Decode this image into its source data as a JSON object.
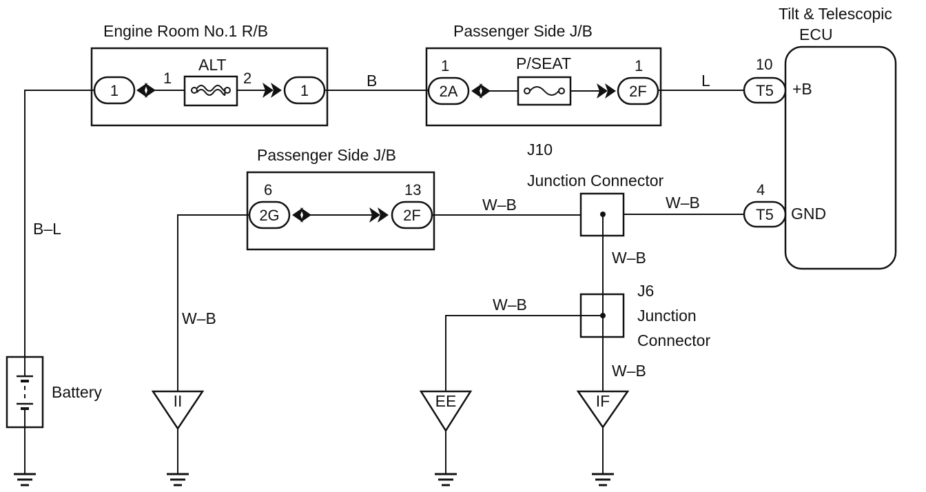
{
  "ecu": {
    "title_line1": "Tilt & Telescopic",
    "title_line2": "ECU",
    "pin_b_num": "10",
    "pin_b_conn": "T5",
    "pin_b_label": "+B",
    "pin_gnd_num": "4",
    "pin_gnd_conn": "T5",
    "pin_gnd_label": "GND"
  },
  "engine_rb": {
    "title": "Engine Room No.1 R/B",
    "fuse": "ALT",
    "left_num": "1",
    "right_num": "2",
    "left_conn": "1",
    "right_conn": "1"
  },
  "pass_jb_top": {
    "title": "Passenger Side J/B",
    "fuse": "P/SEAT",
    "left_num": "1",
    "right_num": "1",
    "left_conn": "2A",
    "right_conn": "2F"
  },
  "pass_jb_mid": {
    "title": "Passenger Side J/B",
    "left_num": "6",
    "right_num": "13",
    "left_conn": "2G",
    "right_conn": "2F"
  },
  "j10": {
    "id": "J10",
    "name": "Junction Connector"
  },
  "j6": {
    "id": "J6",
    "name_line1": "Junction",
    "name_line2": "Connector"
  },
  "wires": {
    "b": "B",
    "l": "L",
    "bl": "B–L",
    "wb_left": "W–B",
    "wb_mid": "W–B",
    "wb_right": "W–B",
    "wb_vert": "W–B",
    "wb_ee": "W–B",
    "wb_if": "W–B"
  },
  "battery": {
    "label": "Battery"
  },
  "grounds": {
    "ii": "II",
    "ee": "EE",
    "if": "IF"
  }
}
